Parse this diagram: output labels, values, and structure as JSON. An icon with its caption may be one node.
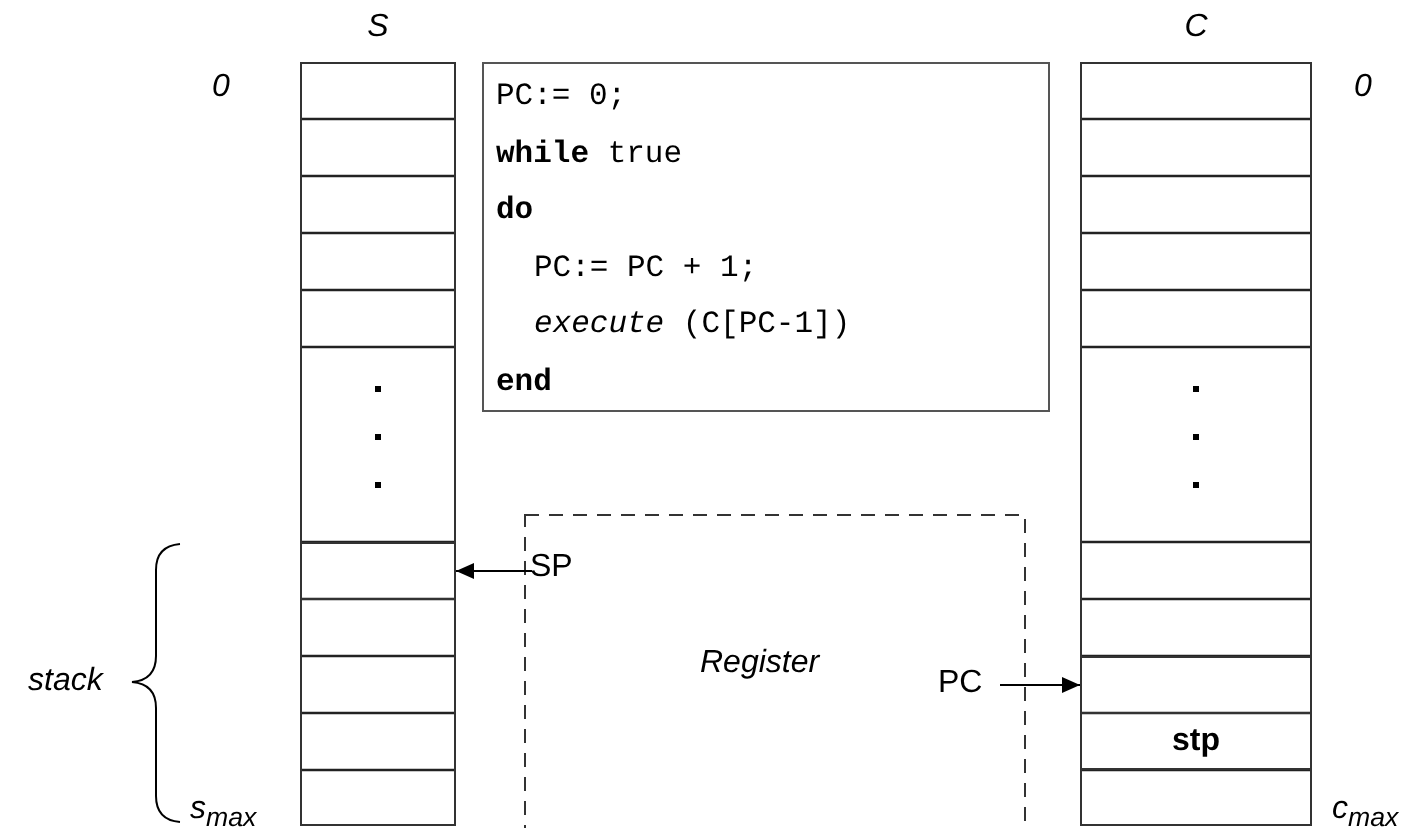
{
  "diagram": {
    "nodes": [
      {
        "text": [
          "S"
        ]
      },
      {
        "text": [],
        "shape": "box",
        "in": 0
      },
      {
        "text": [
          "C"
        ]
      },
      {
        "text": [],
        "shape": "box",
        "in": 2
      },
      {
        "text": [
          "stp"
        ],
        "in": 2
      },
      {
        "text": [
          "PC:= 0;",
          "**while** true",
          "**do**",
          "PC:= PC + 1;",
          "*execute* (C[PC-1])",
          "**end**"
        ]
      },
      {
        "text": [
          "Register"
        ]
      },
      {
        "text": [
          "SP"
        ],
        "in": 6
      },
      {
        "text": [
          "PC"
        ],
        "in": 6
      }
    ],
    "edges": [
      {
        "from": 7,
        "to": 1,
        "arrow": "to"
      },
      {
        "from": 8,
        "to": 3,
        "arrow": "to"
      }
    ],
    "labels": [
      "0",
      "0",
      "stack",
      "s$_{max}$",
      "c$_{max}$"
    ]
  }
}
